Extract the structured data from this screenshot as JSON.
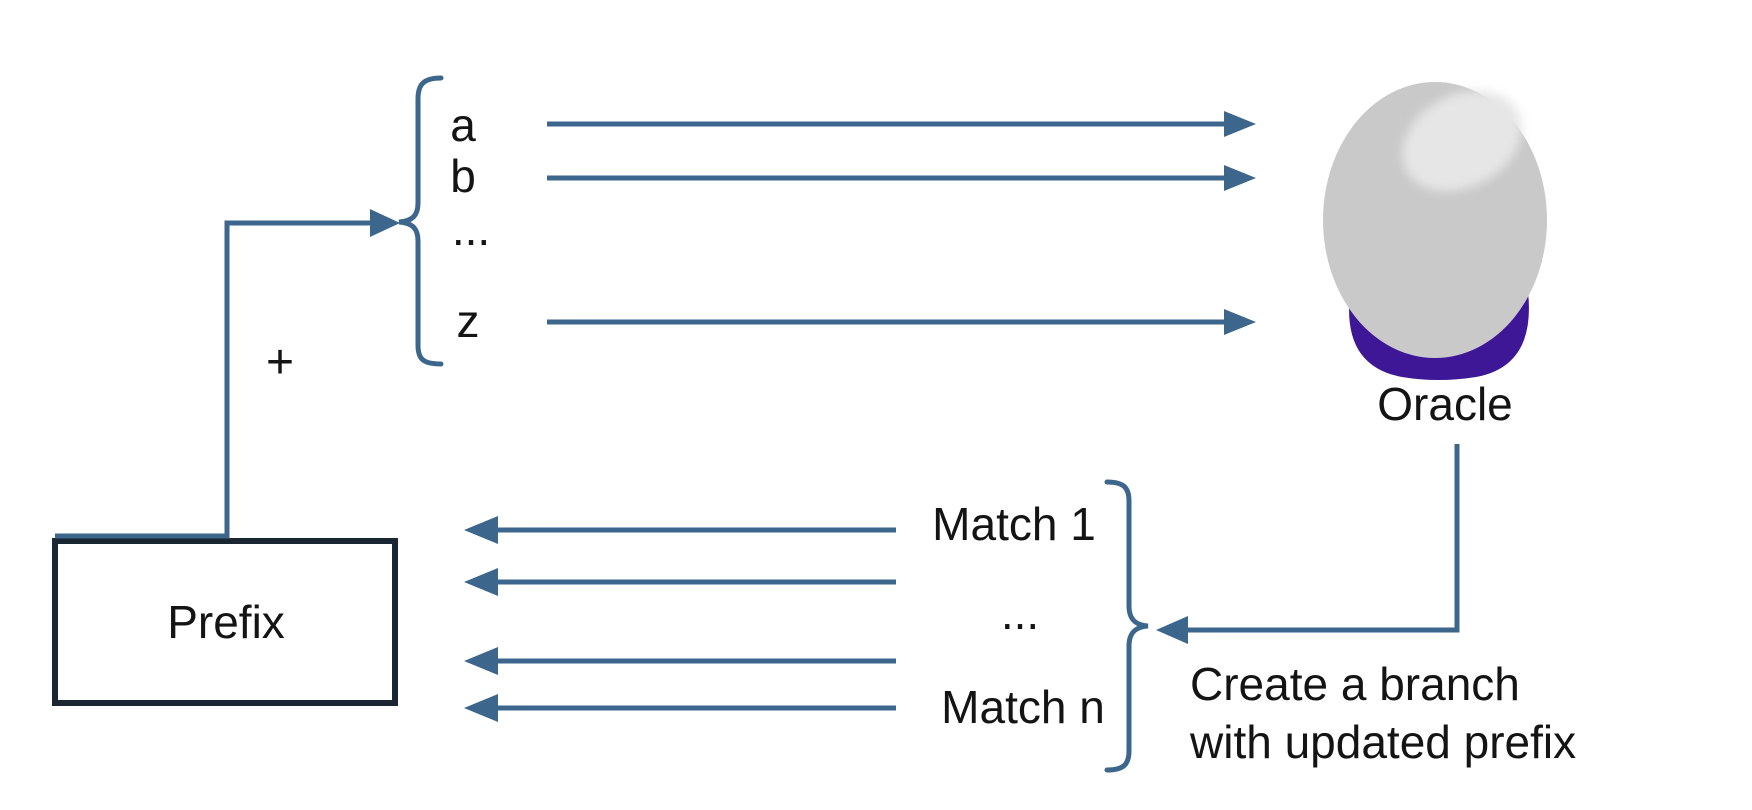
{
  "colors": {
    "steel_blue": "#3d668c",
    "box_border": "#1a2733",
    "box_fill": "#ffffff",
    "purple_base": "#3e1796",
    "ball_gray": "#c9c9c9",
    "ball_highlight": "#e6e6e7",
    "text": "#141414"
  },
  "prefix_box": {
    "label": "Prefix"
  },
  "plus": {
    "symbol": "+"
  },
  "inputs": {
    "items": [
      "a",
      "b",
      "...",
      "z"
    ]
  },
  "oracle": {
    "label": "Oracle"
  },
  "matches": {
    "items": [
      "Match 1",
      "...",
      "Match n"
    ]
  },
  "annotation": {
    "line1": "Create a branch",
    "line2": "with updated prefix"
  }
}
